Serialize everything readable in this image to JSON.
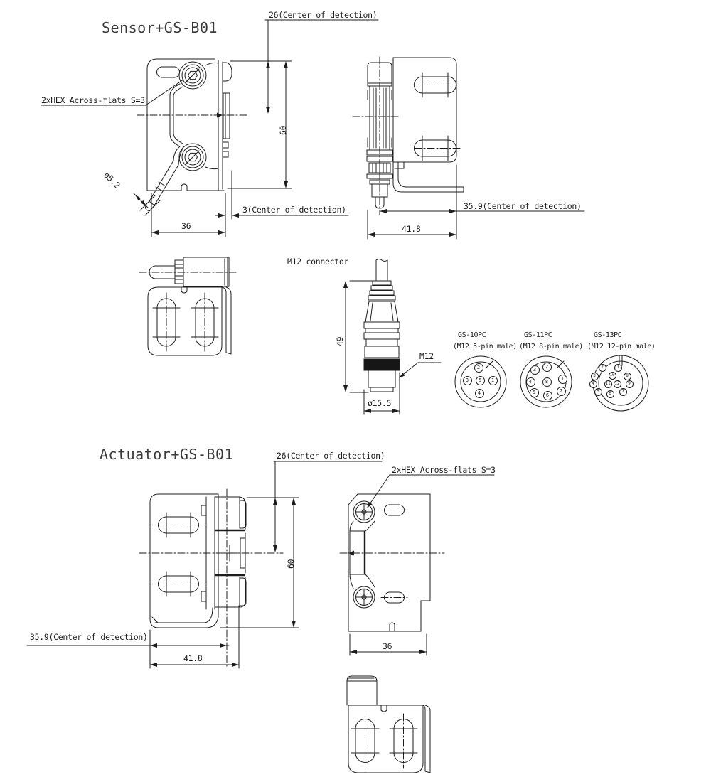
{
  "drawing": {
    "line_color": "#1c1c1c",
    "bg_color": "#ffffff"
  },
  "sensor": {
    "title": "Sensor+GS-B01",
    "front_view": {
      "dim_center_top": "26(Center of detection)",
      "hex_note": "2xHEX Across-flats S=3",
      "cable_diameter": "ø5.2",
      "dim_height": "60",
      "dim_center_side": "3(Center of detection)",
      "dim_width": "36"
    },
    "side_view": {
      "dim_center_offset": "35.9(Center of detection)",
      "dim_width": "41.8"
    }
  },
  "connector": {
    "title": "M12 connector",
    "dim_length": "49",
    "thread_label": "M12",
    "dim_diameter": "ø15.5",
    "pinouts": [
      {
        "model": "GS-10PC",
        "type": "(M12 5-pin male)",
        "pins": [
          "1",
          "2",
          "3",
          "4",
          "5"
        ]
      },
      {
        "model": "GS-11PC",
        "type": "(M12 8-pin male)",
        "pins": [
          "1",
          "2",
          "3",
          "4",
          "5",
          "6",
          "7",
          "8"
        ]
      },
      {
        "model": "GS-13PC",
        "type": "(M12 12-pin male)",
        "pins": [
          "1",
          "2",
          "3",
          "4",
          "5",
          "6",
          "7",
          "8",
          "9",
          "10",
          "11",
          "12"
        ]
      }
    ]
  },
  "actuator": {
    "title": "Actuator+GS-B01",
    "side_view": {
      "dim_center_top": "26(Center of detection)",
      "dim_height": "60",
      "dim_center_offset": "35.9(Center of detection)",
      "dim_width": "41.8"
    },
    "front_view": {
      "hex_note": "2xHEX Across-flats S=3",
      "dim_width": "36"
    }
  }
}
